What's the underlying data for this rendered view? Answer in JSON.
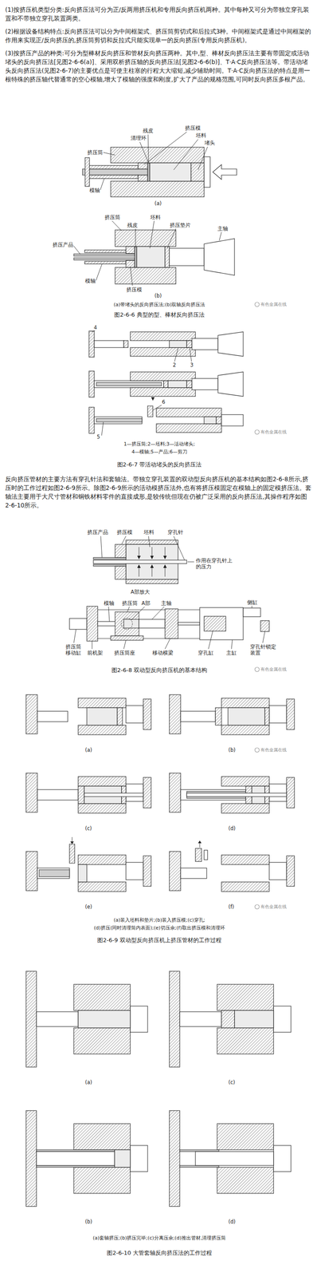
{
  "diagram": {
    "labels": [
      "(1)按挤压机类型分类:反向挤压法可分为正/反两用挤压机和专用反向挤压机两种。其中每种又可分为带独立穿孔装置和不带独立穿孔装置两类。",
      "(2)根据设备结构特点:反向挤压法可以分为中间框架式、挤压筒剪切式和后拉式3种。中间框架式是通过中间框架的作用来实现正/反向挤压的,挤压筒剪切和反拉式只能实现单一的反向挤压(专用反向挤压机)。",
      "(3)按挤压产品的种类:可分为型棒材反向挤压和管材反向挤压两种。其中,型、棒材反向挤压法主要有带固定或活动堵头的反向挤压法[见图2-6-6(a)]、采用双析挤压轴的反向挤压法[见图2-6-6(b)]、T·A·C反向挤压法等。带活动堵头反向挤压法(见图2-6-7)的主要优点是可使主柱塞的行程大大缩短,减少辅助时间。T·A·C反向挤压法的特点是用一根特殊的挤压轴代替通常的空心模轴,增大了模轴的强度和刚度,扩大了产品的规格范围,可同时反向挤压多根产品。",
      "残皮",
      "清理环",
      "挤压模",
      "坯料",
      "堵头",
      "挤压筒",
      "模轴",
      "(a)",
      "挤压筒",
      "残皮",
      "坯料",
      "挤压垫片",
      "挤压产品",
      "主轴",
      "模轴",
      "挤压模",
      "(b)",
      "(a)带堵头的反向挤压法;(b)双轴反向挤压法",
      "图2-6-6 典型的型、棒材反向挤压法",
      "有色金属在线",
      "4",
      "2",
      "3",
      "6",
      "5",
      "1—挤压筒;2—坯料;3—活动堵头;",
      "4—模轴;5—产品;6—剪刀",
      "图2-6-7 带活动堵头的反向挤压法",
      "有色金属在线",
      "反向挤压管材的主要方法有穿孔针法和套轴法。带独立穿孔装置的双动型反向挤压机的基本结构如图2-6-8所示,挤压时的工作过程如图2-6-9所示。除图2-6-9所示的活动模挤压法外,也有将挤压模固定在模轴上的固定模挤压法。套轴法主要用于大尺寸管材和铜铁材料零件的直接成形,是较传统但现在仍被广泛采用的反向挤压法,其操作程序如图2-6-10所示。",
      "挤压产品",
      "挤压模",
      "坯料",
      "穿孔针",
      "作用在穿孔针上的压力",
      "A部放大",
      "模轴",
      "挤压筒",
      "A部",
      "主轴",
      "侧缸",
      "挤压筒移动缸",
      "前机架",
      "挤压筒座",
      "移动横梁",
      "穿孔缸",
      "主缸",
      "穿孔针锁定装置",
      "图2-6-8 双动型反向挤压机的基本结构",
      "有色金属在线",
      "(a)",
      "(b)",
      "(c)",
      "(d)",
      "(e)",
      "(f)",
      "(a)装入坯料和垫片;(b)装入挤压模;(c)穿孔;",
      "(d)挤压(同时清理筒内表面);(e)切压余;(f)取出挤压模和清理环",
      "图2-6-9 双动型反向挤压机上挤压管材的工作过程",
      "有色金属在线",
      "有色金属在线",
      "(a)",
      "(c)",
      "(b)",
      "(d)",
      "(a)套轴挤压;(b)挤压完毕;(c)分离压余;(d)推出管材,清理挤压筒",
      "图2-6-10 大管套轴反向挤压法的工作过程"
    ]
  }
}
